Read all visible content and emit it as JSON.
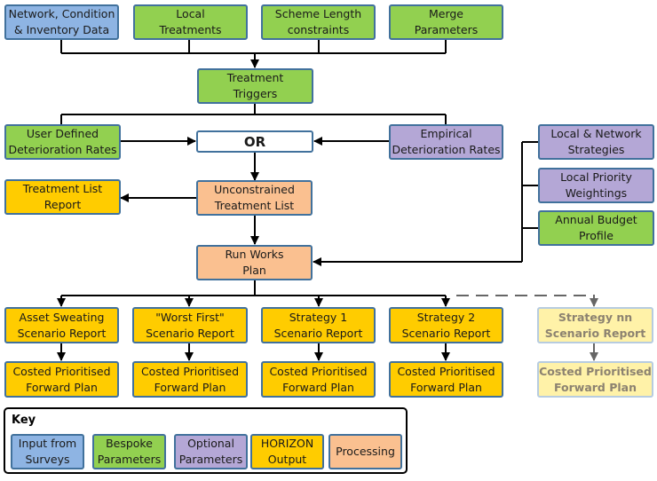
{
  "nodes": {
    "network": "Network, Condition\n& Inventory Data",
    "local_treatments": "Local\nTreatments",
    "scheme_length": "Scheme Length\nconstraints",
    "merge": "Merge\nParameters",
    "triggers": "Treatment\nTriggers",
    "user_defined": "User Defined\nDeterioration Rates",
    "or": "OR",
    "empirical": "Empirical\nDeterioration Rates",
    "local_network": "Local & Network\nStrategies",
    "local_priority": "Local Priority\nWeightings",
    "annual_budget": "Annual Budget\nProfile",
    "treatment_list_report": "Treatment List\nReport",
    "unconstrained": "Unconstrained\nTreatment List",
    "run_works": "Run Works\nPlan",
    "asset_sweating": "Asset Sweating\nScenario Report",
    "worst_first": "\"Worst First\"\nScenario Report",
    "strategy1": "Strategy 1\nScenario Report",
    "strategy2": "Strategy 2\nScenario Report",
    "strategynn": "Strategy nn\nScenario Report",
    "costed1": "Costed Prioritised\nForward Plan",
    "costed2": "Costed Prioritised\nForward Plan",
    "costed3": "Costed Prioritised\nForward Plan",
    "costed4": "Costed Prioritised\nForward Plan",
    "costed_nn": "Costed Prioritised\nForward Plan"
  },
  "key": {
    "title": "Key",
    "items": [
      "Input from\nSurveys",
      "Bespoke\nParameters",
      "Optional\nParameters",
      "HORIZON\nOutput",
      "Processing"
    ]
  },
  "colors": {
    "input": "#8eb4e3",
    "bespoke": "#92d050",
    "optional": "#b4a7d6",
    "output": "#ffcc00",
    "processing": "#fac090",
    "future": "#fff2a8"
  }
}
